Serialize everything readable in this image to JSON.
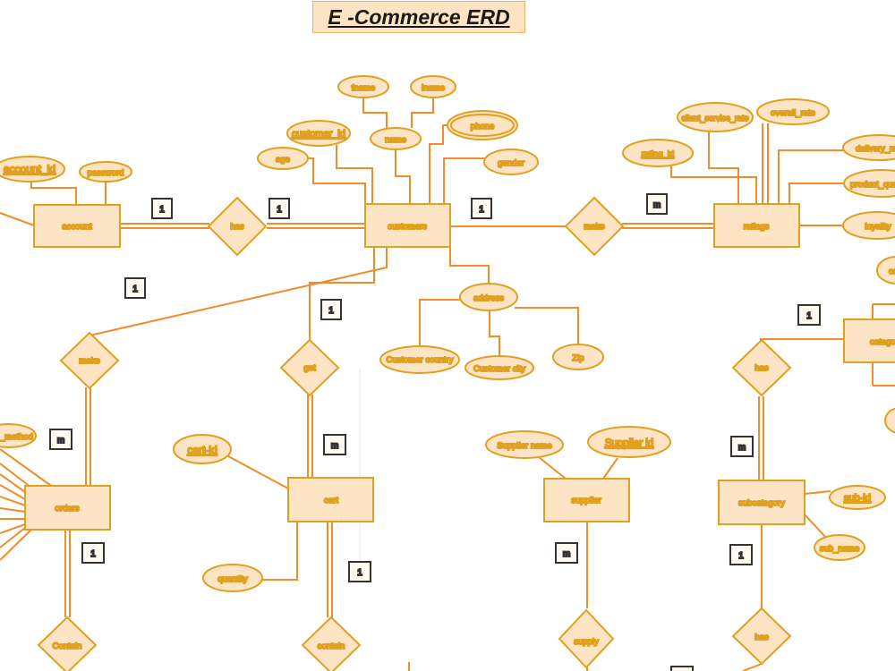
{
  "title": "E -Commerce ERD",
  "colors": {
    "line": "#f28c28",
    "entity_fill": "#fde4c4",
    "attr_fill": "#fde4c4",
    "attr_stroke": "#e0a020",
    "card_stroke": "#333333"
  },
  "entities": {
    "account": "account",
    "customers": "customers",
    "ratings": "ratings",
    "category": "catego",
    "orders": "orders",
    "cart": "cart",
    "supplier": "supplier",
    "subcategory": "subcategory"
  },
  "relationships": {
    "has_account": "has",
    "make_ratings": "make",
    "make_orders": "make",
    "get_cart": "get",
    "has_category": "has",
    "contain_orders": "Contain",
    "contain_cart": "contain",
    "supply": "supply",
    "has_subcategory": "has"
  },
  "attributes": {
    "account_id": "account_id",
    "password": "password",
    "fname": "fname",
    "lname": "lname",
    "customer_id": "customer_id",
    "name": "name",
    "phone": "phone",
    "age": "age",
    "gender": "gender",
    "address": "address",
    "customer_country": "Customer country",
    "customer_city": "Customer city",
    "zip": "Zip",
    "client_service_rate": "client_service_rate",
    "overall_rate": "overall_rate",
    "rating_id": "rating_id",
    "delivery_rate": "delivery_ra",
    "product_quality": "product_qua",
    "loyality": "loyality",
    "category_attr": "ca",
    "payment_method": "_method",
    "cart_id": "cart-id",
    "quantity": "quantity",
    "supplier_name": "Supplier name",
    "supplier_id": "Supplier id",
    "sub_id": "sub-id",
    "sub_name": "sub_name"
  },
  "cardinalities": {
    "acc_has": "1",
    "has_cust": "1",
    "cust_make": "1",
    "make_ratings": "m",
    "cust_orders": "1",
    "cust_cart": "1",
    "category_has": "1",
    "orders_m": "m",
    "cart_m": "m",
    "subcat_m": "m",
    "orders_contain": "1",
    "cart_contain": "1",
    "supplier_m": "m",
    "subcat_has": "1"
  }
}
